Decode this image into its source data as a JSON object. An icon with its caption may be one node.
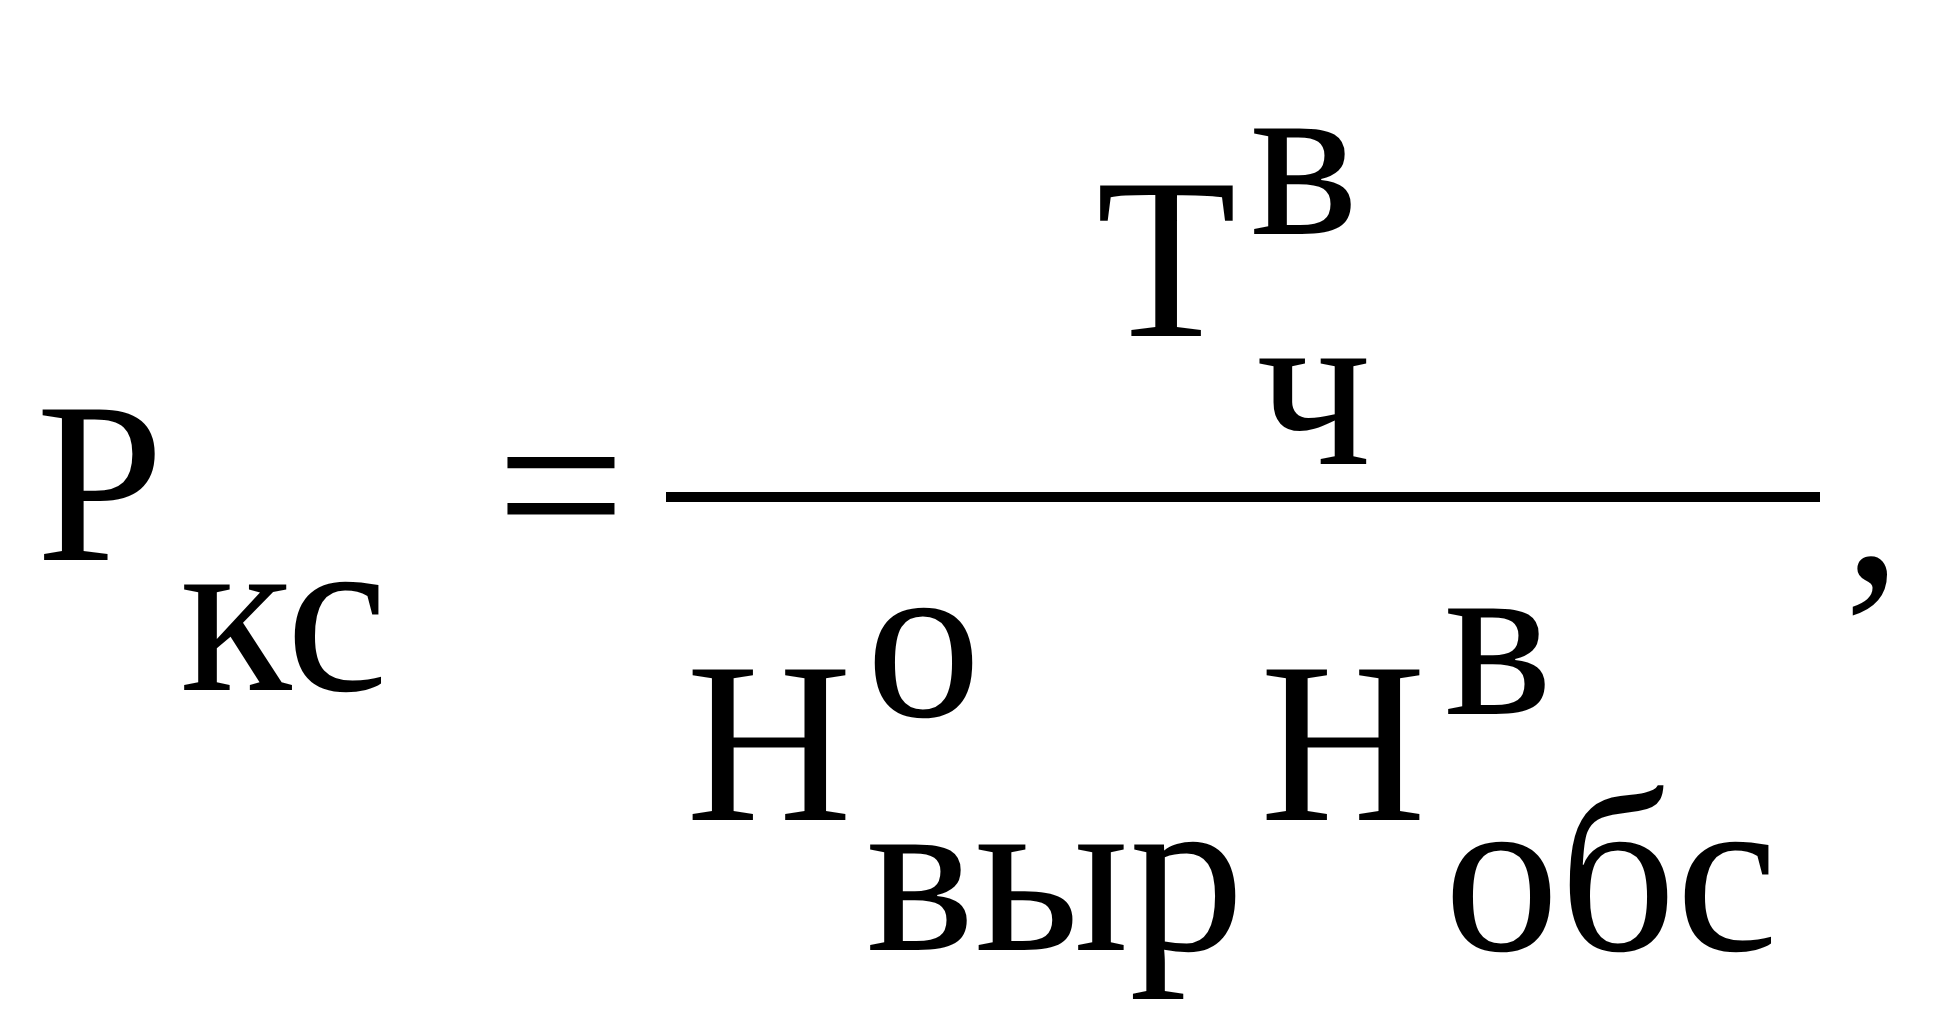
{
  "diagram": {
    "labels": [
      "Р",
      "кс",
      "=",
      "Т",
      "в",
      "ч",
      "Н",
      "о",
      "выр",
      "Н",
      "в",
      "обс",
      ","
    ]
  }
}
